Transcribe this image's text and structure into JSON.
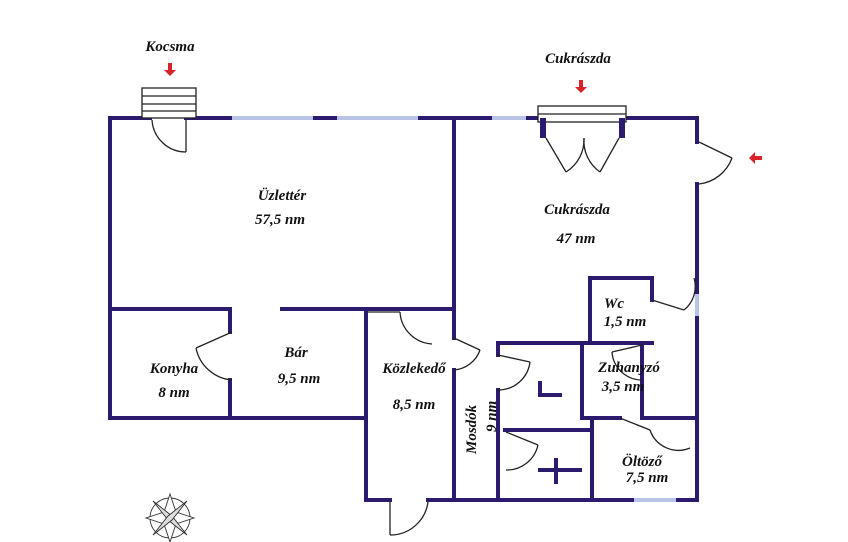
{
  "entrances": {
    "kocsma": "Kocsma",
    "cukraszda": "Cukrászda"
  },
  "rooms": {
    "uzletter": {
      "name": "Üzlettér",
      "area": "57,5 nm"
    },
    "cukraszda": {
      "name": "Cukrászda",
      "area": "47 nm"
    },
    "wc": {
      "name": "Wc",
      "area": "1,5 nm"
    },
    "konyha": {
      "name": "Konyha",
      "area": "8 nm"
    },
    "bar": {
      "name": "Bár",
      "area": "9,5 nm"
    },
    "kozlekedo": {
      "name": "Közlekedő",
      "area": "8,5 nm"
    },
    "mosdok": {
      "name": "Mosdók",
      "area": "9 nm"
    },
    "zuhanyzo": {
      "name": "Zuhanyzó",
      "area": "3,5 nm"
    },
    "oltozo": {
      "name": "Öltöző",
      "area": "7,5 nm"
    }
  },
  "colors": {
    "wall": "#2b1a6e",
    "window": "#b7c4e6",
    "arrow": "#d8232a"
  }
}
